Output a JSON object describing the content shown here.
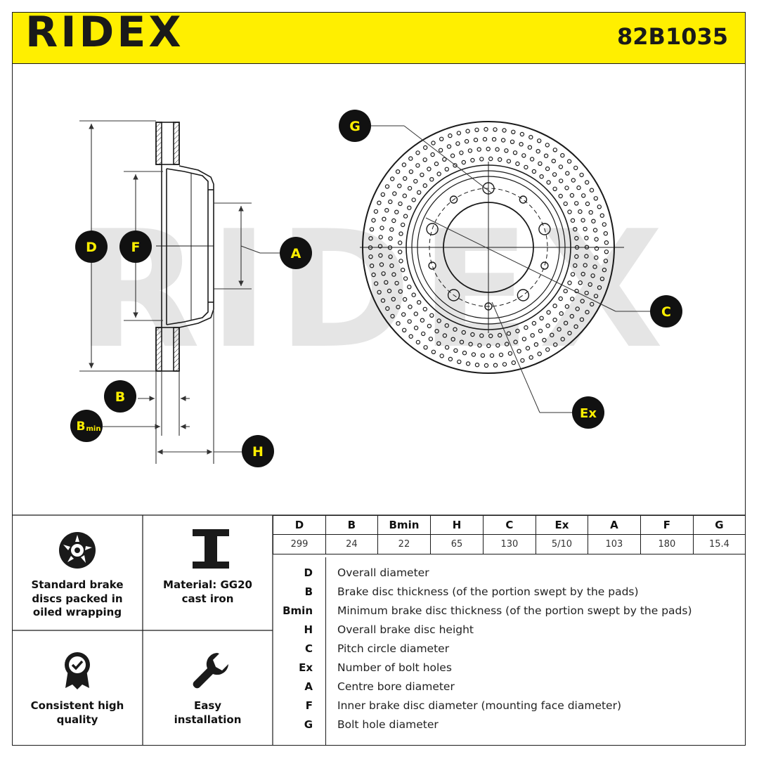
{
  "header": {
    "brand": "RIDEX",
    "part_number": "82B1035"
  },
  "colors": {
    "accent_yellow": "#ffef00",
    "line_dark": "#1a1a1a",
    "watermark_gray": "#e3e3e3"
  },
  "diagram_labels": {
    "D": "D",
    "F": "F",
    "A": "A",
    "B": "B",
    "Bmin_main": "B",
    "Bmin_sub": "min",
    "H": "H",
    "G": "G",
    "C": "C",
    "Ex": "Ex"
  },
  "features": [
    {
      "icon": "brake-disc-icon",
      "text": "Standard brake discs packed in oiled wrapping"
    },
    {
      "icon": "i-beam-icon",
      "text": "Material: GG20 cast iron"
    },
    {
      "icon": "quality-badge-icon",
      "text": "Consistent high quality"
    },
    {
      "icon": "wrench-icon",
      "text": "Easy installation"
    }
  ],
  "spec_table": {
    "headers": [
      "D",
      "B",
      "Bmin",
      "H",
      "C",
      "Ex",
      "A",
      "F",
      "G"
    ],
    "values": [
      "299",
      "24",
      "22",
      "65",
      "130",
      "5/10",
      "103",
      "180",
      "15.4"
    ]
  },
  "legend": [
    {
      "code": "D",
      "desc": "Overall diameter"
    },
    {
      "code": "B",
      "desc": "Brake disc thickness (of the portion swept by the pads)"
    },
    {
      "code": "Bmin",
      "desc": "Minimum brake disc thickness (of the portion swept by the pads)"
    },
    {
      "code": "H",
      "desc": "Overall brake disc height"
    },
    {
      "code": "C",
      "desc": "Pitch circle diameter"
    },
    {
      "code": "Ex",
      "desc": "Number of bolt holes"
    },
    {
      "code": "A",
      "desc": "Centre bore diameter"
    },
    {
      "code": "F",
      "desc": "Inner brake disc diameter (mounting face diameter)"
    },
    {
      "code": "G",
      "desc": "Bolt hole diameter"
    }
  ]
}
